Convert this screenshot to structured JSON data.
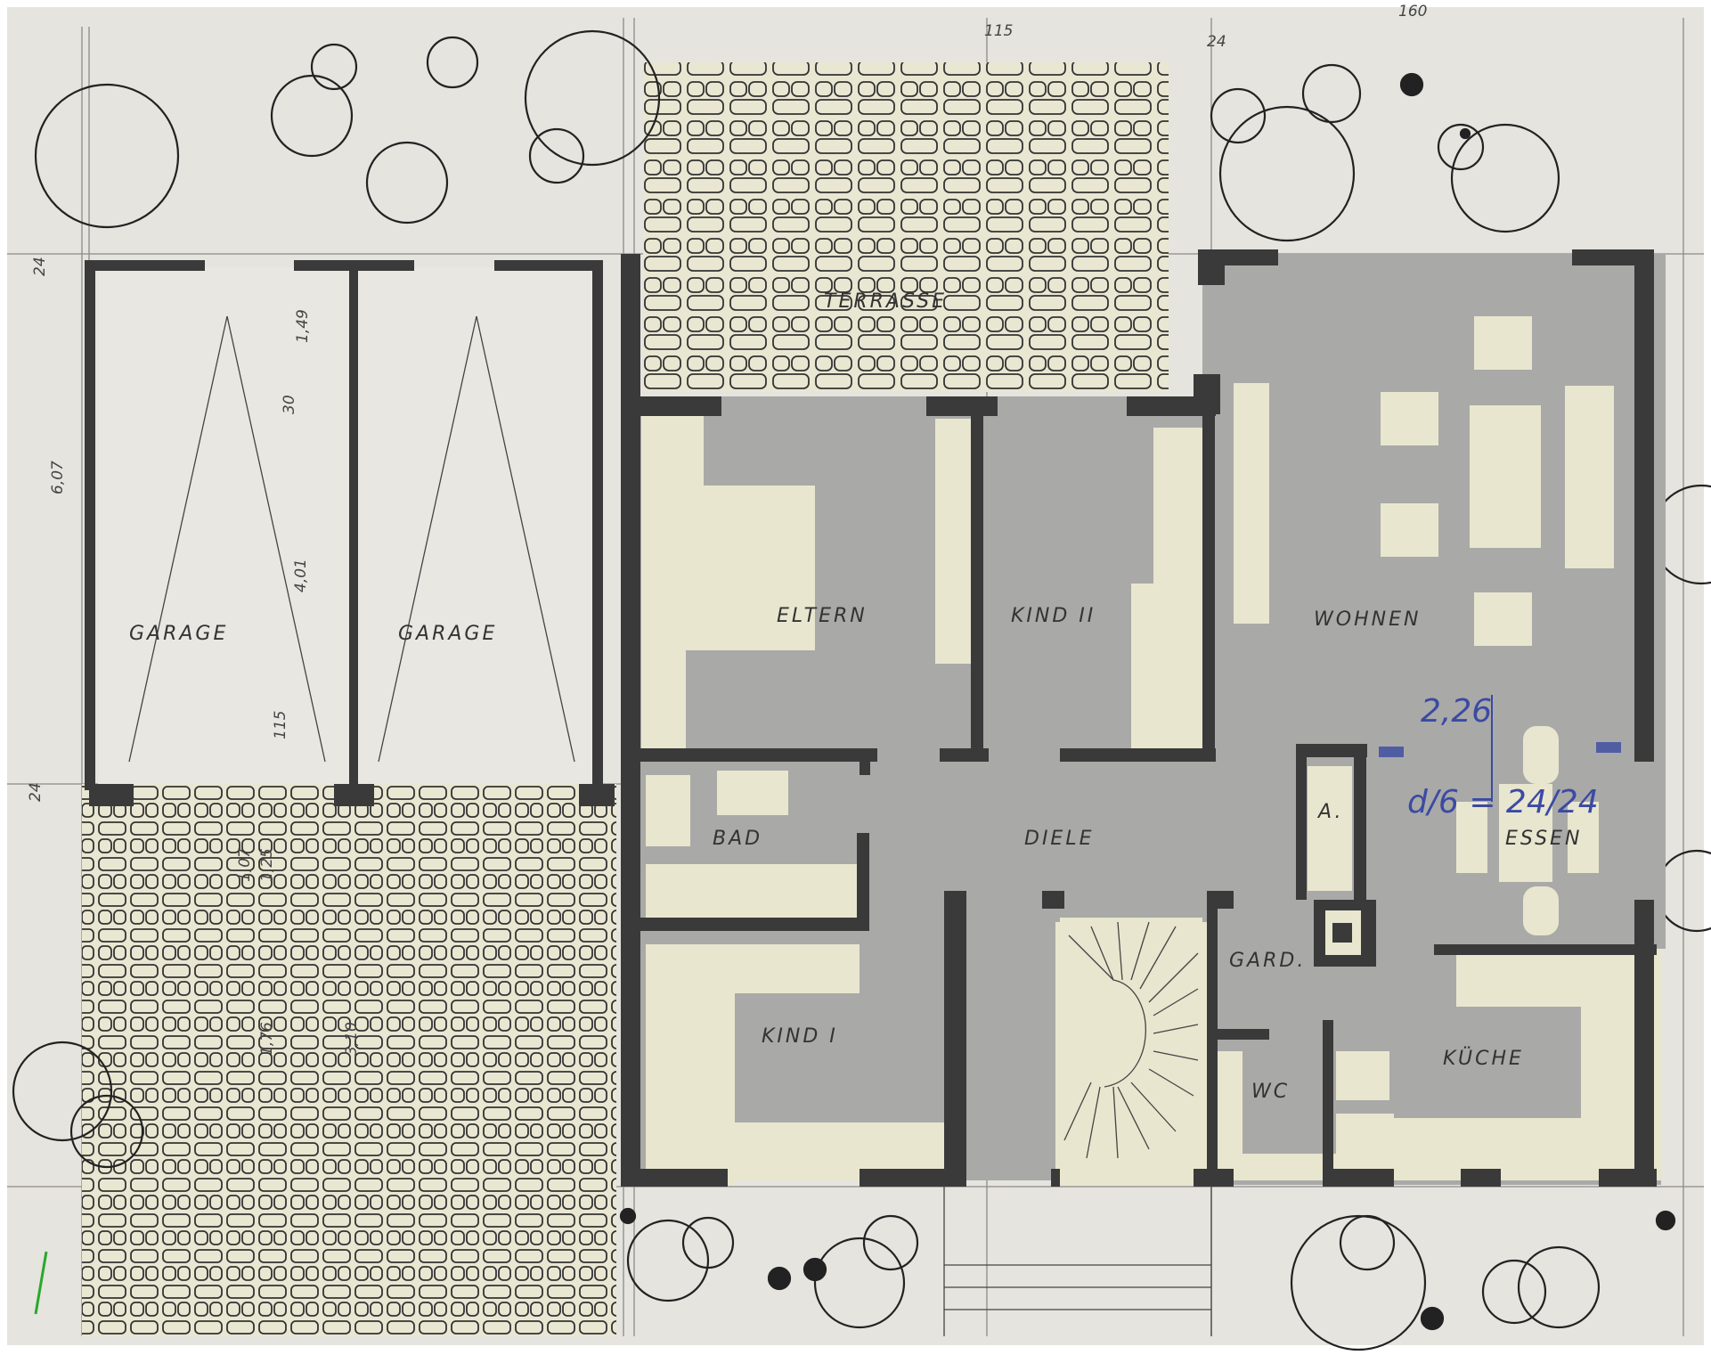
{
  "plan": {
    "rooms": {
      "garage_left": "GARAGE",
      "garage_right": "GARAGE",
      "terrasse": "TERRASSE",
      "eltern": "ELTERN",
      "kind_2": "KIND II",
      "wohnen": "WOHNEN",
      "bad": "BAD",
      "diele": "DIELE",
      "kind_1": "KIND I",
      "gard": "GARD.",
      "wc": "WC",
      "kuche": "KÜCHE",
      "essen": "ESSEN",
      "abstell": "A."
    },
    "dimensions": {
      "garage_depth": "6,07",
      "garage_inner": "4,01",
      "width_top_1": "1,49",
      "wall_30": "30",
      "wall_24_left": "24",
      "wall_24_bottom": "24",
      "height_115": "115",
      "top_115": "115",
      "top_24": "24",
      "right_160": "160",
      "stair_107": "1,07",
      "stair_125": "1,25",
      "stair_176": "1,76",
      "stair_310": "3,10"
    },
    "annotations": {
      "ratio_top": "2,26",
      "ratio_bottom": "d/6 = 24/24"
    },
    "colors": {
      "paper": "#e5e4de",
      "room_fill": "#a9a9a7",
      "cream": "#e9e6cf",
      "wall": "#3a3a3a",
      "annotation_blue": "#3b4aa3"
    }
  }
}
